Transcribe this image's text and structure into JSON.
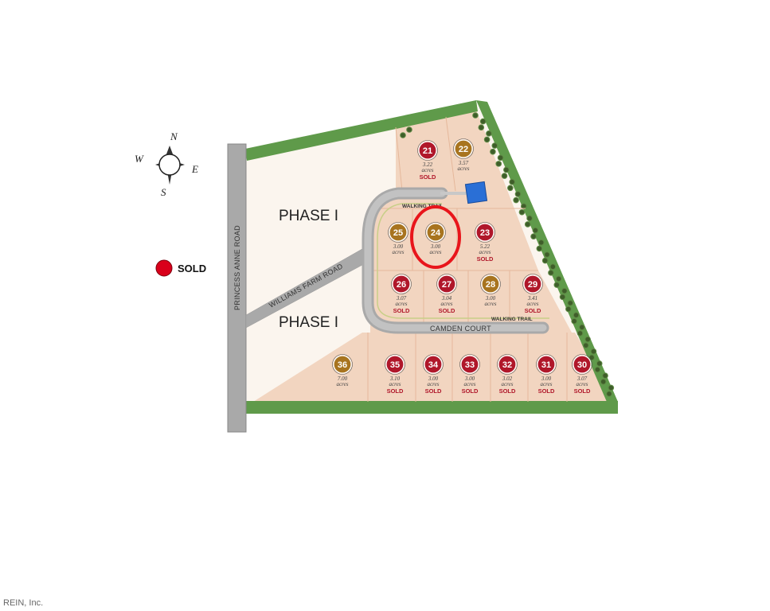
{
  "phases": [
    "PHASE I",
    "PHASE I"
  ],
  "roads": {
    "princess_anne": "PRINCESS ANNE ROAD",
    "williams_farm": "WILLIAMS FARM ROAD",
    "camden_court": "CAMDEN COURT",
    "walking_trail_top": "WALKING TRAIL",
    "walking_trail_bottom": "WALKING TRAIL"
  },
  "compass": {
    "n": "N",
    "s": "S",
    "e": "E",
    "w": "W"
  },
  "legend": {
    "label": "SOLD",
    "color": "#d9001b"
  },
  "colors": {
    "sold_marker": "#b0172a",
    "available_marker": "#a8741f",
    "lot_fill": "#f2d5c0",
    "phase_fill": "#fbf5ee",
    "green_border": "#5f9a4a",
    "road": "#a9a9a9",
    "highlight": "#e8151b",
    "amenity": "#2a6fd6"
  },
  "highlight_lot": "24",
  "lots": [
    {
      "id": "21",
      "acres": "3.22",
      "unit": "acres",
      "status": "SOLD"
    },
    {
      "id": "22",
      "acres": "3.57",
      "unit": "acres",
      "status": ""
    },
    {
      "id": "25",
      "acres": "3.00",
      "unit": "acres",
      "status": ""
    },
    {
      "id": "24",
      "acres": "3.00",
      "unit": "acres",
      "status": ""
    },
    {
      "id": "23",
      "acres": "5.22",
      "unit": "acres",
      "status": "SOLD"
    },
    {
      "id": "26",
      "acres": "3.07",
      "unit": "acres",
      "status": "SOLD"
    },
    {
      "id": "27",
      "acres": "3.04",
      "unit": "acres",
      "status": "SOLD"
    },
    {
      "id": "28",
      "acres": "3.00",
      "unit": "acres",
      "status": ""
    },
    {
      "id": "29",
      "acres": "3.41",
      "unit": "acres",
      "status": "SOLD"
    },
    {
      "id": "36",
      "acres": "7.00",
      "unit": "acres",
      "status": ""
    },
    {
      "id": "35",
      "acres": "3.10",
      "unit": "acres",
      "status": "SOLD"
    },
    {
      "id": "34",
      "acres": "3.00",
      "unit": "acres",
      "status": "SOLD"
    },
    {
      "id": "33",
      "acres": "3.00",
      "unit": "acres",
      "status": "SOLD"
    },
    {
      "id": "32",
      "acres": "3.02",
      "unit": "acres",
      "status": "SOLD"
    },
    {
      "id": "31",
      "acres": "3.00",
      "unit": "acres",
      "status": "SOLD"
    },
    {
      "id": "30",
      "acres": "3.07",
      "unit": "acres",
      "status": "SOLD"
    }
  ],
  "credit": "REIN, Inc."
}
